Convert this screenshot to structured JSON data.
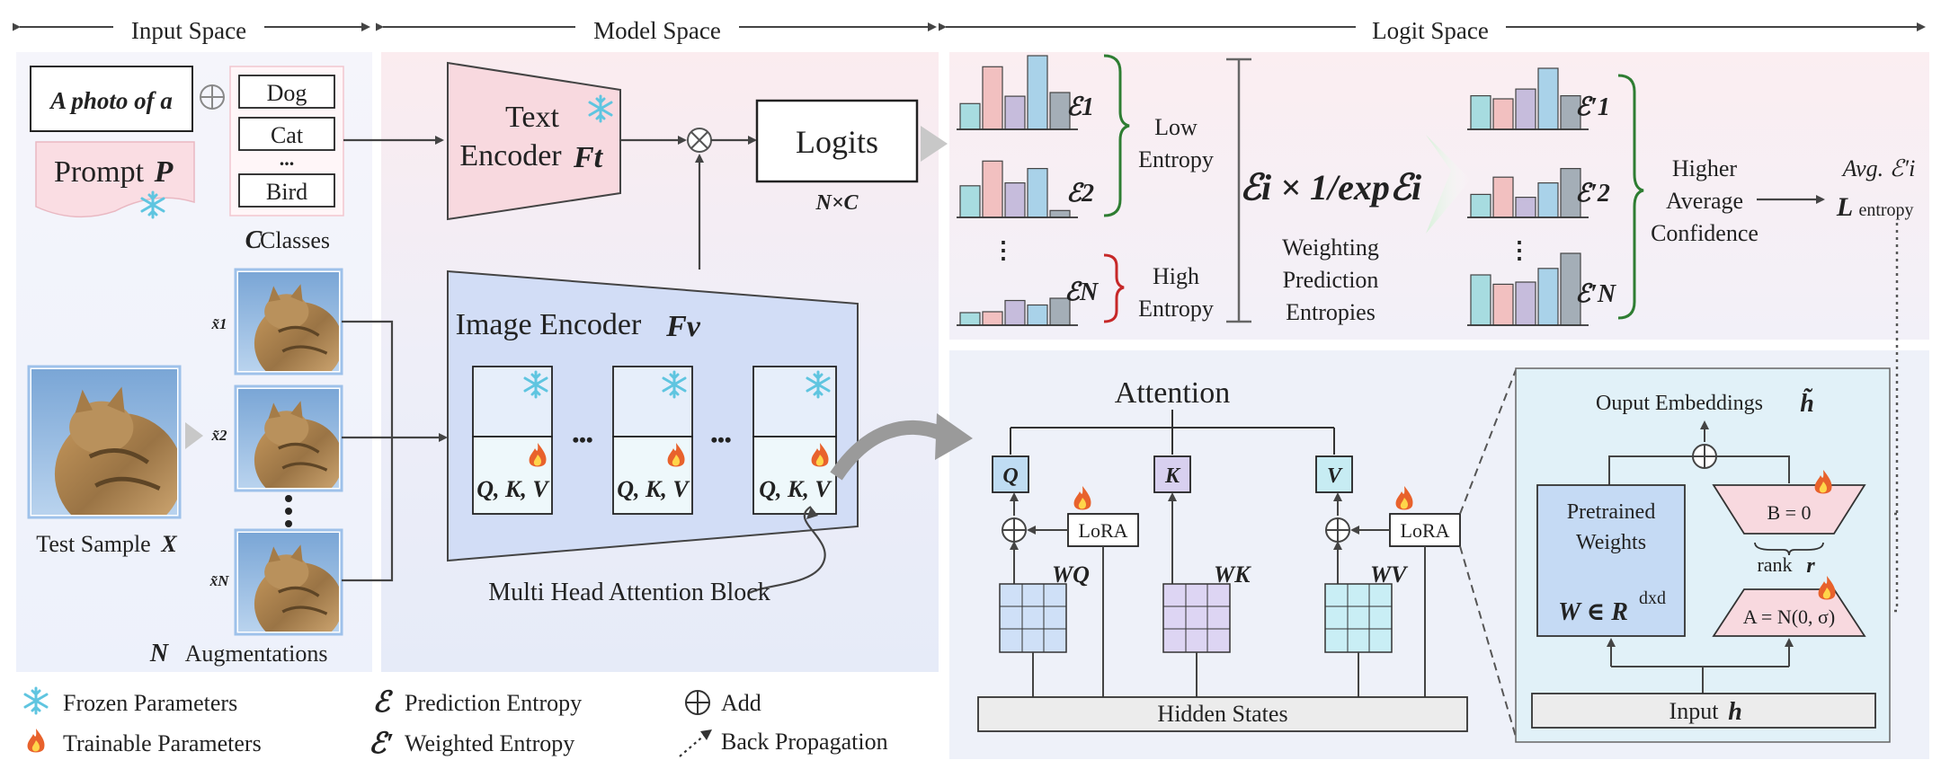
{
  "spaces": {
    "input": "Input Space",
    "model": "Model Space",
    "logit": "Logit Space"
  },
  "input": {
    "prompt_prefix": "A photo of a",
    "prompt_label": "Prompt",
    "prompt_symbol": "P",
    "classes": [
      "Dog",
      "Cat",
      "...",
      "Bird"
    ],
    "classes_symbol": "C",
    "classes_label": "Classes",
    "test_sample_label": "Test Sample",
    "test_sample_symbol": "X",
    "aug_labels": [
      "x̃1",
      "x̃2",
      "x̃N"
    ],
    "aug_symbol": "N",
    "aug_label": "Augmentations"
  },
  "model": {
    "text_encoder_line1": "Text",
    "text_encoder_line2": "Encoder",
    "text_encoder_symbol": "Ft",
    "logits_label": "Logits",
    "logits_dims": "N×C",
    "image_encoder_label": "Image Encoder",
    "image_encoder_symbol": "Fv",
    "qkv_label": "Q, K, V",
    "ellipsis": "•••",
    "mha_label": "Multi Head Attention Block"
  },
  "logit": {
    "entropies_left": [
      "ℰ1",
      "ℰ2",
      "ℰN"
    ],
    "entropies_right": [
      "ℰ′1",
      "ℰ′2",
      "ℰ′N"
    ],
    "vertical_ellipsis": "⋮",
    "low_entropy": [
      "Low",
      "Entropy"
    ],
    "high_entropy": [
      "High",
      "Entropy"
    ],
    "formula": "ℰi × 1/expℰi",
    "weighting": [
      "Weighting",
      "Prediction",
      "Entropies"
    ],
    "higher_conf": [
      "Higher",
      "Average",
      "Confidence"
    ],
    "avg_label": "Avg. ℰ′i",
    "loss_label": "L",
    "loss_sub": "entropy",
    "bars": {
      "e1": [
        0.35,
        0.85,
        0.45,
        1.0,
        0.5
      ],
      "e2": [
        0.55,
        0.98,
        0.6,
        0.85,
        0.12
      ],
      "eN": [
        0.28,
        0.3,
        0.55,
        0.45,
        0.6
      ],
      "e1p": [
        0.55,
        0.5,
        0.66,
        1.0,
        0.55
      ],
      "e2p": [
        0.4,
        0.7,
        0.35,
        0.6,
        0.85
      ],
      "eNp": [
        0.7,
        0.57,
        0.6,
        0.79,
        1.0
      ],
      "colors": [
        "#a7dce0",
        "#f2c0c0",
        "#c6bcdc",
        "#a9d2e9",
        "#a4aeb7"
      ]
    }
  },
  "attention": {
    "title": "Attention",
    "q": "Q",
    "k": "K",
    "v": "V",
    "lora": "LoRA",
    "wq": "WQ",
    "wk": "WK",
    "wv": "WV",
    "hidden_states": "Hidden States"
  },
  "lora_detail": {
    "output_label": "Ouput Embeddings",
    "output_symbol": "h̃",
    "pretrained": [
      "Pretrained",
      "Weights"
    ],
    "weight_formula": "W ∈ R",
    "weight_sup": "dxd",
    "b_label": "B = 0",
    "a_label": "A = N(0, σ)",
    "rank_label": "rank",
    "rank_symbol": "r",
    "input_label": "Input",
    "input_symbol": "h"
  },
  "legend": {
    "frozen": "Frozen Parameters",
    "trainable": "Trainable Parameters",
    "pred_entropy_symbol": "ℰ",
    "pred_entropy": "Prediction Entropy",
    "weighted_entropy_symbol": "ℰ′",
    "weighted_entropy": "Weighted Entropy",
    "add": "Add",
    "backprop": "Back Propagation"
  },
  "colors": {
    "pink": "#f9dde3",
    "blue_panel": "#d5def5",
    "light_blue": "#cfe7f7",
    "green_brace": "#2e7d32",
    "red_brace": "#c62828",
    "snow": "#5fc5e0",
    "flame": "#e8622c"
  }
}
